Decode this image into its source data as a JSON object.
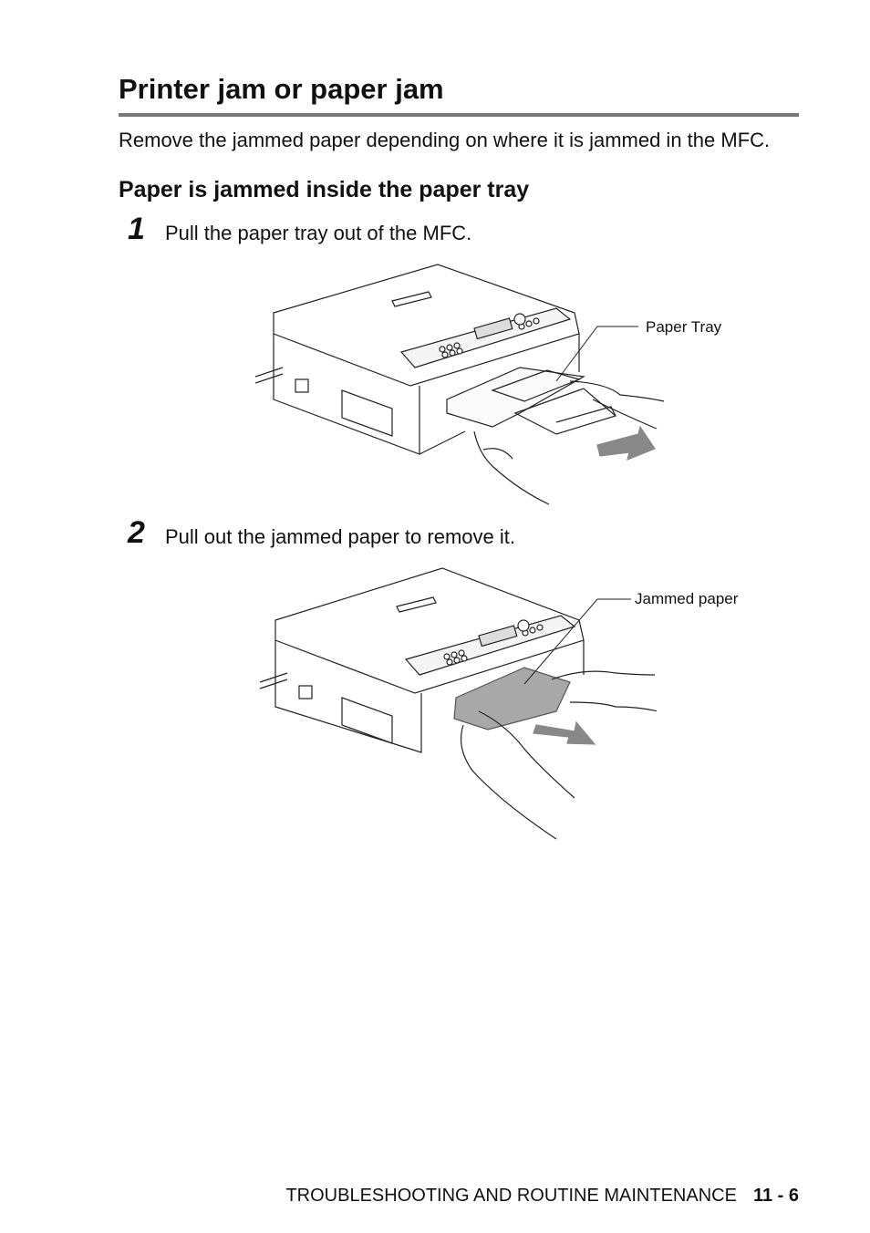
{
  "page": {
    "title": "Printer jam or paper jam",
    "intro": "Remove the jammed paper depending on where it is jammed in the MFC.",
    "subheading": "Paper is jammed inside the paper tray"
  },
  "steps": [
    {
      "number": "1",
      "text": "Pull the paper tray out of the MFC.",
      "callout": "Paper Tray"
    },
    {
      "number": "2",
      "text": "Pull out the jammed paper to remove it.",
      "callout": "Jammed paper"
    }
  ],
  "footer": {
    "section": "TROUBLESHOOTING AND ROUTINE MAINTENANCE",
    "page_number": "11 - 6"
  }
}
